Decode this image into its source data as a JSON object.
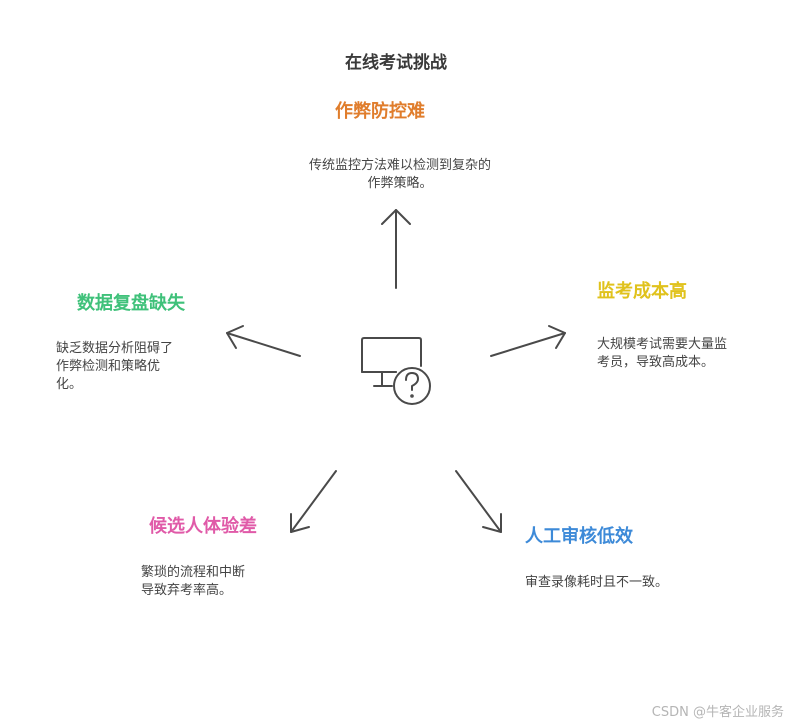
{
  "diagram": {
    "title": "在线考试挑战",
    "colors": {
      "top": "#e07d2c",
      "left": "#3fc17a",
      "right": "#e0c21c",
      "bottom_left": "#e05aa8",
      "bottom_right": "#3d8ad8",
      "arrow": "#4a4a4a"
    },
    "center_icon": "monitor-question-icon",
    "nodes": {
      "top": {
        "title": "作弊防控难",
        "desc_line1": "传统监控方法难以检测到复杂的",
        "desc_line2": "作弊策略。"
      },
      "left": {
        "title": "数据复盘缺失",
        "desc_line1": "缺乏数据分析阻碍了",
        "desc_line2": "作弊检测和策略优",
        "desc_line3": "化。"
      },
      "right": {
        "title": "监考成本高",
        "desc_line1": "大规模考试需要大量监",
        "desc_line2": "考员，导致高成本。"
      },
      "bottom_left": {
        "title": "候选人体验差",
        "desc_line1": "繁琐的流程和中断",
        "desc_line2": "导致弃考率高。"
      },
      "bottom_right": {
        "title": "人工审核低效",
        "desc_line1": "审查录像耗时且不一致。"
      }
    }
  },
  "watermark": "CSDN @牛客企业服务"
}
